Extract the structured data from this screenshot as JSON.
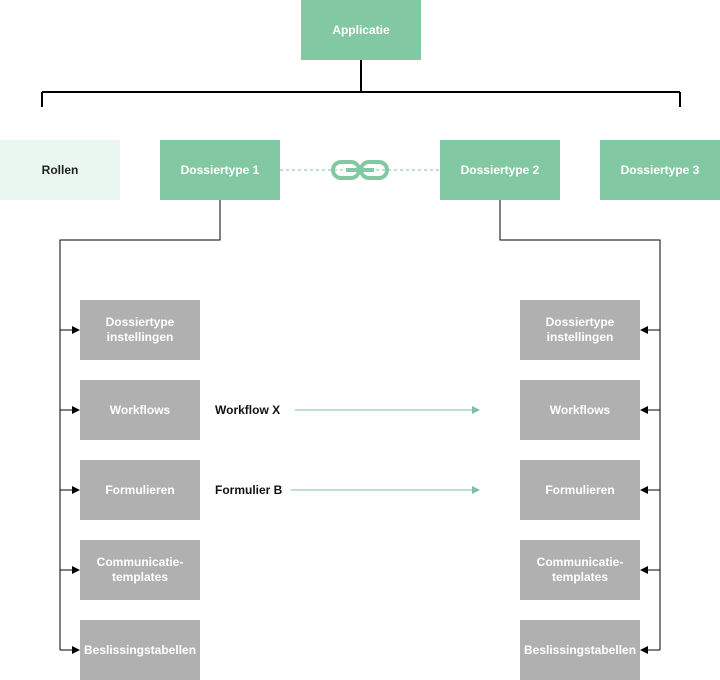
{
  "top": {
    "app": "Applicatie"
  },
  "level2": {
    "roles": "Rollen",
    "dossiertype1": "Dossiertype 1",
    "dossiertype2": "Dossiertype 2",
    "dossiertype3": "Dossiertype 3"
  },
  "left_items": [
    "Dossiertype instellingen",
    "Workflows",
    "Formulieren",
    "Communicatie-templates",
    "Beslissingstabellen"
  ],
  "right_items": [
    "Dossiertype instellingen",
    "Workflows",
    "Formulieren",
    "Communicatie-templates",
    "Beslissingstabellen"
  ],
  "transfers": {
    "workflow": "Workflow X",
    "form": "Formulier B"
  },
  "icons": {
    "link": "link-icon"
  },
  "colors": {
    "green": "#82c8a3",
    "pale_green": "#eaf7f0",
    "grey": "#b0b0b0",
    "connector": "#7fbfa3"
  }
}
